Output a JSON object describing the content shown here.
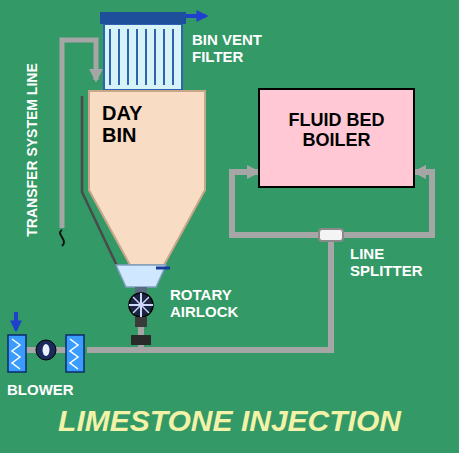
{
  "diagram": {
    "title": "LIMESTONE INJECTION",
    "nodes": [
      {
        "text": [
          "BIN VENT FILTER"
        ]
      },
      {
        "text": [
          "DAY BIN"
        ]
      },
      {
        "text": [
          "FLUID BED BOILER"
        ]
      },
      {
        "text": [
          "LINE SPLITTER"
        ]
      },
      {
        "text": [
          "ROTARY AIRLOCK"
        ]
      },
      {
        "text": [
          "BLOWER"
        ]
      }
    ],
    "edges": [
      {
        "from": 5,
        "to": 4,
        "arrow": "none"
      },
      {
        "from": 4,
        "to": 3,
        "arrow": "none"
      },
      {
        "from": 3,
        "to": 2,
        "arrow": "to"
      },
      {
        "from": 3,
        "to": 2,
        "arrow": "to"
      }
    ],
    "labels": [
      "TRANSFER SYSTEM LINE"
    ]
  }
}
